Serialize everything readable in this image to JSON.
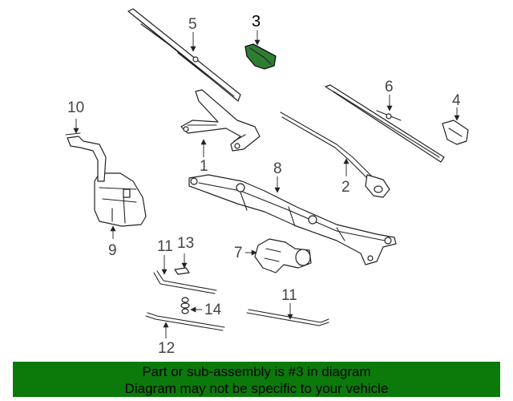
{
  "diagram": {
    "highlighted_part": "3",
    "highlight_color": "#2e7d32",
    "callouts": {
      "c1": "1",
      "c2": "2",
      "c3": "3",
      "c4": "4",
      "c5": "5",
      "c6": "6",
      "c7": "7",
      "c8": "8",
      "c9": "9",
      "c10": "10",
      "c11a": "11",
      "c11b": "11",
      "c12": "12",
      "c13": "13",
      "c14": "14"
    }
  },
  "banner": {
    "line1": "Part or sub-assembly is #3 in diagram",
    "line2": "Diagram may not be specific to your vehicle",
    "background": "#0b7a0b"
  }
}
